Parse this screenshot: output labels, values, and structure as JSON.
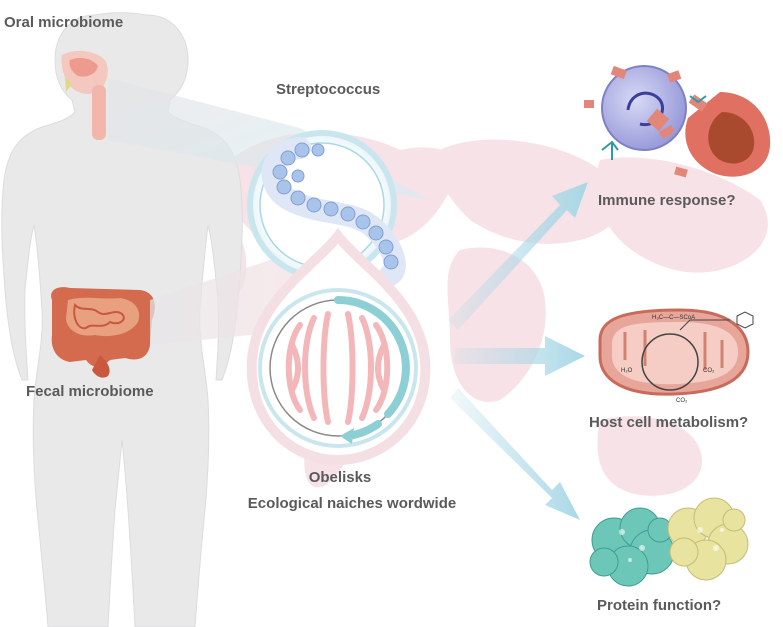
{
  "labels": {
    "oral_microbiome": "Oral microbiome",
    "streptococcus": "Streptococcus",
    "fecal_microbiome": "Fecal microbiome",
    "obelisks": "Obelisks",
    "ecological_niches": "Ecological naiches wordwide",
    "immune_response": "Immune response?",
    "host_metabolism": "Host cell metabolism?",
    "protein_function": "Protein function?"
  },
  "pathway_labels": {
    "acetyl_coa": "H₃C—C—SCoA",
    "co2_a": "CO₂",
    "co2_b": "CO₂",
    "h2o": "H₂O"
  },
  "colors": {
    "body": "#e9e9ea",
    "map": "#f7e2e7",
    "arrow": "#a9d8e6",
    "streptococcus": "#a9c4ea",
    "obelisk_petals": "#f3b7b9",
    "obelisk_ring": "#8ccfd4",
    "mitochondrion": "#e8a69b",
    "protein_teal": "#6cc7b9",
    "protein_yellow": "#e9e3a0",
    "label_text": "#5a5a5a"
  },
  "icons": [
    "human-body-icon",
    "mouth-icon",
    "intestine-icon",
    "streptococcus-chain-icon",
    "obelisk-circle-icon",
    "immune-cell-icon",
    "mitochondrion-icon",
    "protein-structure-icon",
    "world-map-icon"
  ]
}
